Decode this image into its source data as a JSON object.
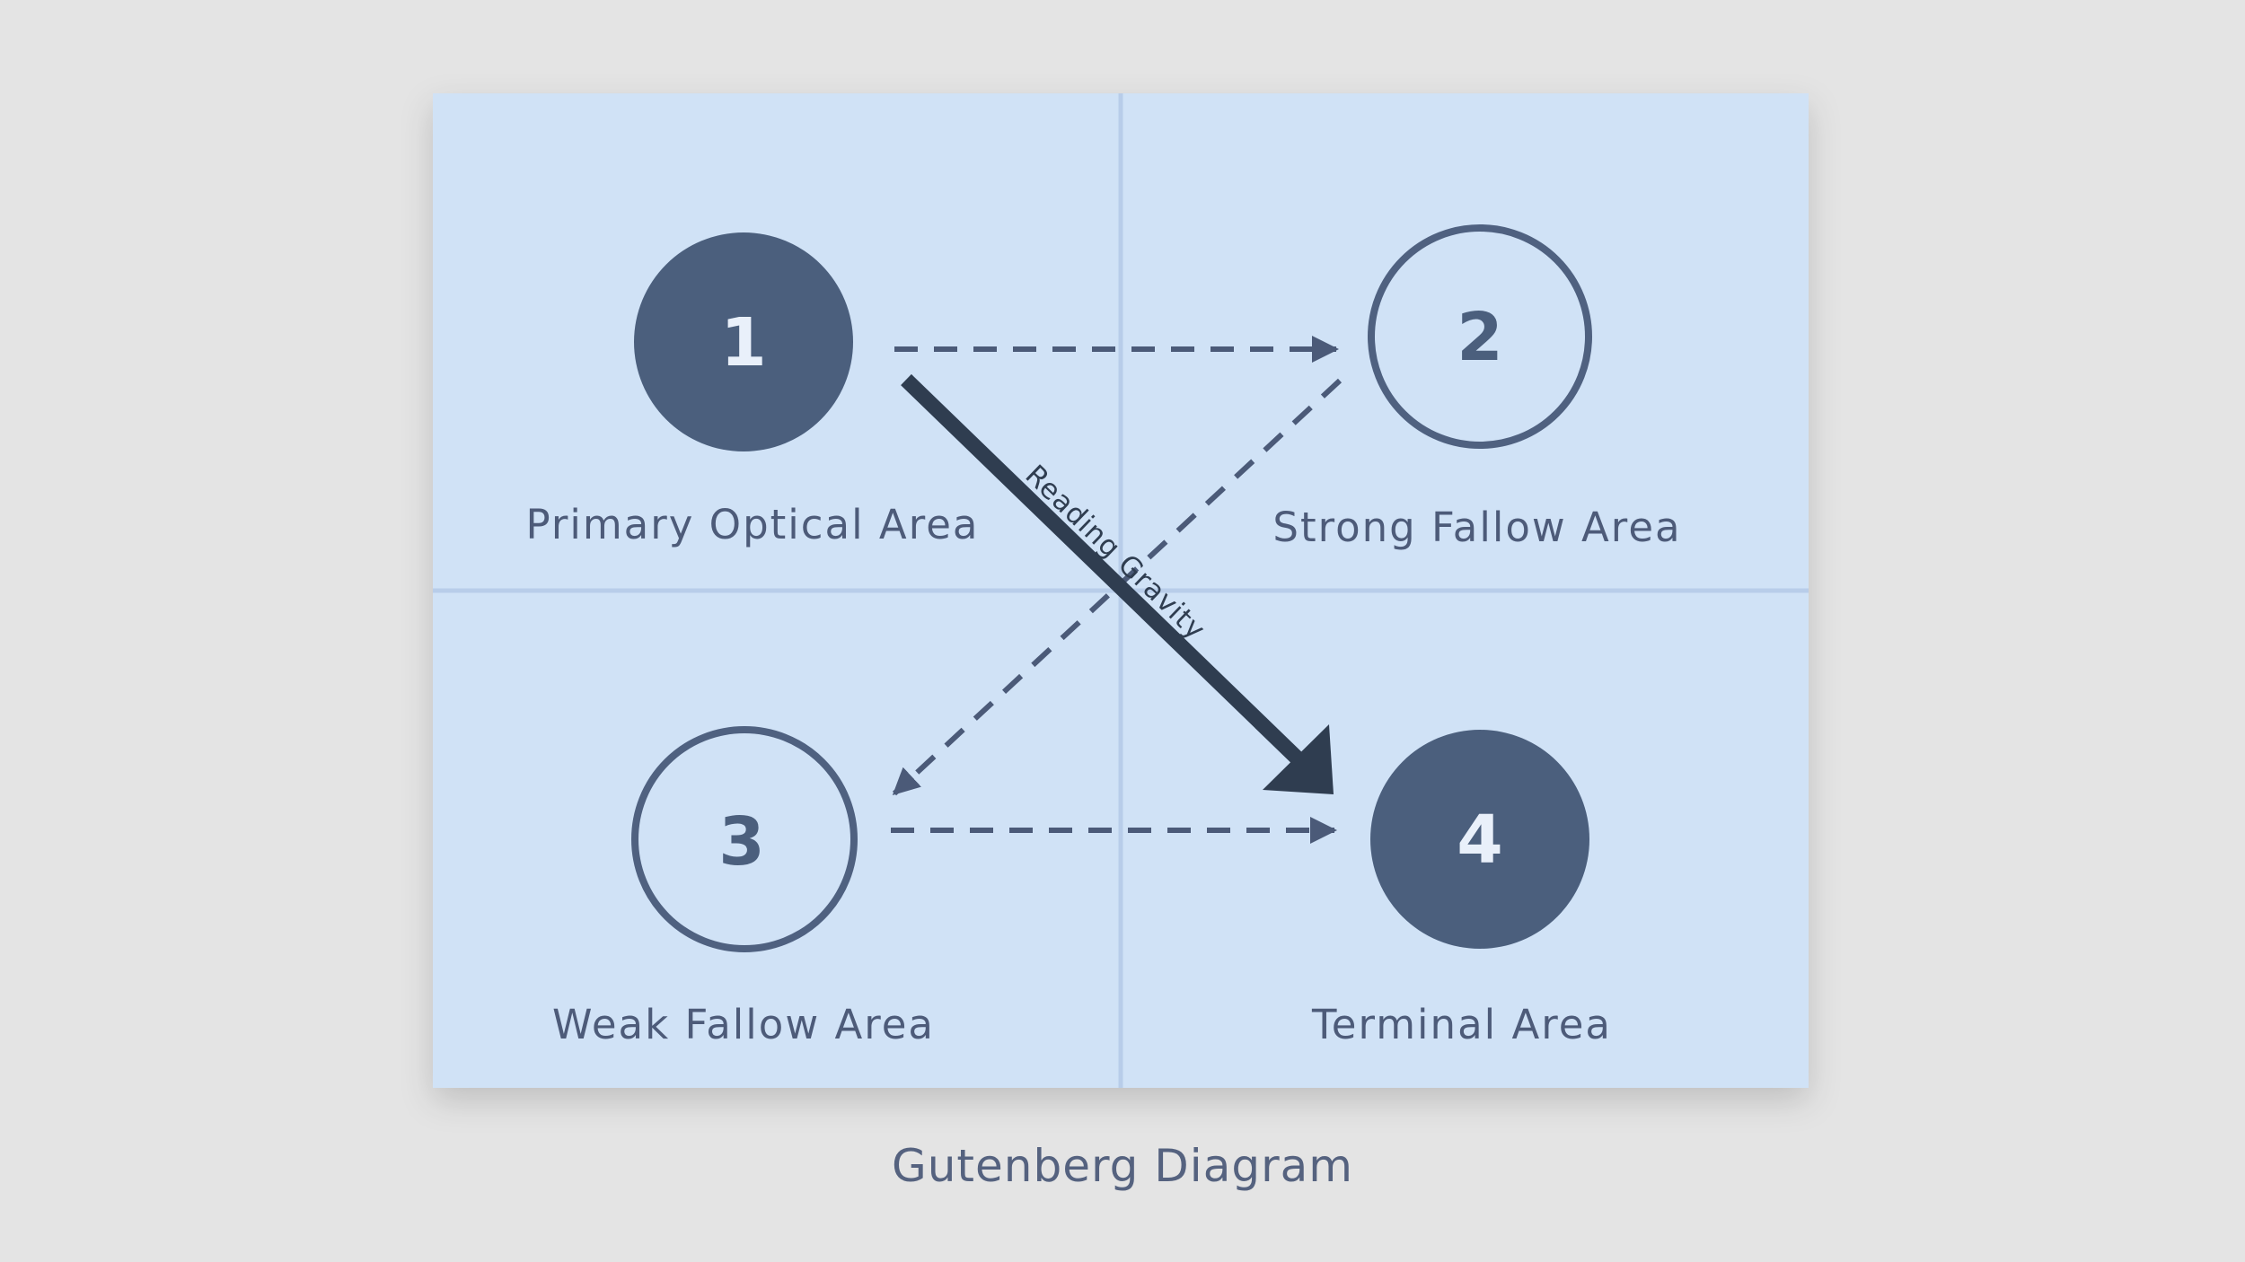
{
  "diagram": {
    "caption": "Gutenberg Diagram",
    "reading_gravity_label": "Reading Gravity",
    "areas": [
      {
        "number": "1",
        "label": "Primary Optical Area",
        "style": "filled"
      },
      {
        "number": "2",
        "label": "Strong Fallow Area",
        "style": "outline"
      },
      {
        "number": "3",
        "label": "Weak Fallow Area",
        "style": "outline"
      },
      {
        "number": "4",
        "label": "Terminal Area",
        "style": "filled"
      }
    ],
    "flow": [
      {
        "from": "1",
        "to": "2",
        "style": "dashed"
      },
      {
        "from": "2",
        "to": "3",
        "style": "dashed"
      },
      {
        "from": "3",
        "to": "4",
        "style": "dashed"
      },
      {
        "from": "1",
        "to": "4",
        "style": "solid",
        "label": "Reading Gravity"
      }
    ]
  },
  "colors": {
    "background": "#e4e4e4",
    "panel": "#d0e2f6",
    "grid_line": "#b8cde9",
    "circle": "#4b5f7d",
    "circle_outline": "#4f6180",
    "gravity_arrow": "#2f3d50",
    "dashed_arrow": "#4b5a78",
    "label_text": "#4d5b79",
    "caption_text": "#55627f"
  }
}
